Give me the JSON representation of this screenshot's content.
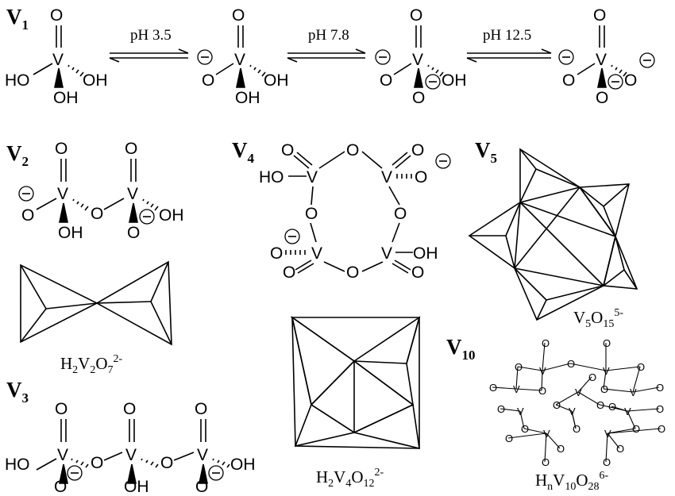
{
  "labels": {
    "v1_main": "V",
    "v1_sub": "1",
    "v2_main": "V",
    "v2_sub": "2",
    "v3_main": "V",
    "v3_sub": "3",
    "v4_main": "V",
    "v4_sub": "4",
    "v5_main": "V",
    "v5_sub": "5",
    "v10_main": "V",
    "v10_sub": "10"
  },
  "equilibria": {
    "ph1": "pH 3.5",
    "ph2": "pH 7.8",
    "ph3": "pH 12.5"
  },
  "atoms": {
    "V": "V",
    "O": "O",
    "OH": "OH",
    "HO": "HO"
  },
  "formulas": {
    "h2v2o7": {
      "a": "H",
      "a_sub": "2",
      "b": "V",
      "b_sub": "2",
      "c": "O",
      "c_sub": "7",
      "charge": "2-"
    },
    "h2v4o12": {
      "a": "H",
      "a_sub": "2",
      "b": "V",
      "b_sub": "4",
      "c": "O",
      "c_sub": "12",
      "charge": "2-"
    },
    "v5o15": {
      "b": "V",
      "b_sub": "5",
      "c": "O",
      "c_sub": "15",
      "charge": "5-"
    },
    "hnv10o28": {
      "a": "H",
      "a_sub": "n",
      "b": "V",
      "b_sub": "10",
      "c": "O",
      "c_sub": "28",
      "charge": "6-"
    }
  }
}
